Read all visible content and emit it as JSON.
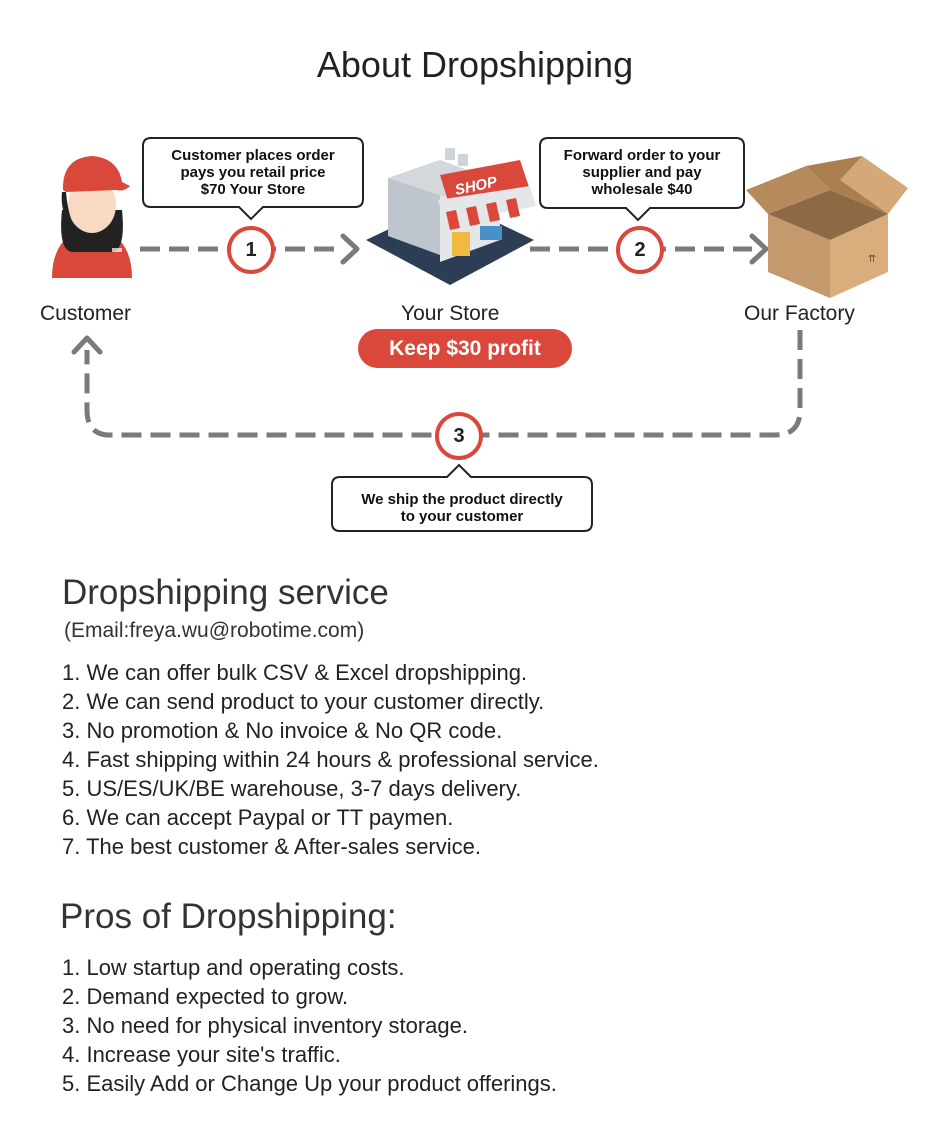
{
  "title": "About Dropshipping",
  "diagram": {
    "nodes": {
      "customer": "Customer",
      "store": "Your Store",
      "factory": "Our Factory"
    },
    "shop_sign": "SHOP",
    "profit_badge": "Keep $30 profit",
    "steps": [
      {
        "number": "1",
        "text_lines": [
          "Customer places order",
          "pays you retail price",
          "$70 Your Store"
        ]
      },
      {
        "number": "2",
        "text_lines": [
          "Forward order to your",
          "supplier and pay",
          "wholesale $40"
        ]
      },
      {
        "number": "3",
        "text_lines": [
          "We ship the product directly",
          "to your customer"
        ]
      }
    ],
    "colors": {
      "accent": "#d9483b",
      "dash": "#7a7a7a",
      "box": "#c49a6c"
    }
  },
  "service": {
    "heading": "Dropshipping service",
    "email": "(Email:freya.wu@robotime.com)",
    "items": [
      "1. We can offer bulk CSV & Excel dropshipping.",
      "2. We can send product to your customer directly.",
      "3. No promotion & No invoice & No QR code.",
      "4. Fast shipping within 24 hours & professional service.",
      "5. US/ES/UK/BE warehouse, 3-7 days delivery.",
      "6. We can accept Paypal or TT paymen.",
      "7. The best customer & After-sales service."
    ]
  },
  "pros": {
    "heading": "Pros of Dropshipping:",
    "items": [
      "1. Low startup and operating costs.",
      "2. Demand expected to grow.",
      "3. No need for physical inventory storage.",
      "4. Increase your site's traffic.",
      "5. Easily Add or Change Up your product offerings."
    ]
  }
}
